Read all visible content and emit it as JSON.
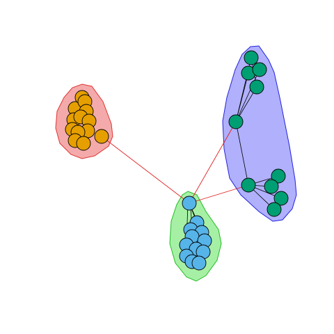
{
  "graph": {
    "groups": [
      {
        "id": "orange",
        "vertex_color": "#E69F00",
        "hull_fill": "#F4AAAA",
        "hull_stroke": "#E03333"
      },
      {
        "id": "blue",
        "vertex_color": "#56B4E9",
        "hull_fill": "#A6F0A6",
        "hull_stroke": "#22BB22"
      },
      {
        "id": "green",
        "vertex_color": "#009E73",
        "hull_fill": "#B0B0FC",
        "hull_stroke": "#2222DD"
      }
    ],
    "edge_colors": {
      "within": "#000000",
      "between": "#E01E1E"
    }
  }
}
